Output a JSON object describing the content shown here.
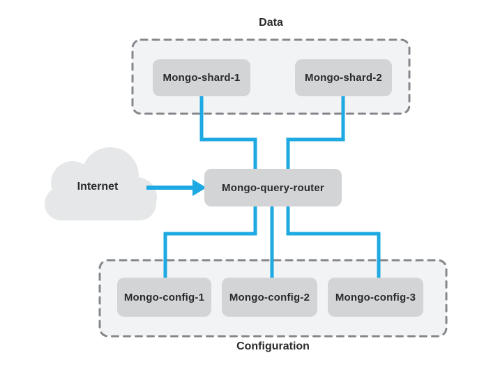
{
  "diagram": {
    "group_data": {
      "label": "Data"
    },
    "group_configuration": {
      "label": "Configuration"
    },
    "nodes": {
      "internet": {
        "label": "Internet"
      },
      "shard1": {
        "label": "Mongo-shard-1"
      },
      "shard2": {
        "label": "Mongo-shard-2"
      },
      "router": {
        "label": "Mongo-query-router"
      },
      "config1": {
        "label": "Mongo-config-1"
      },
      "config2": {
        "label": "Mongo-config-2"
      },
      "config3": {
        "label": "Mongo-config-3"
      }
    },
    "colors": {
      "connector_blue": "#1ea9e2",
      "node_fill": "#d2d4d6",
      "group_fill": "#f2f3f4",
      "group_border": "#85878b",
      "cloud_fill": "#e5e7e8",
      "label_text": "#2a2a2c",
      "background": "#ffffff"
    }
  }
}
